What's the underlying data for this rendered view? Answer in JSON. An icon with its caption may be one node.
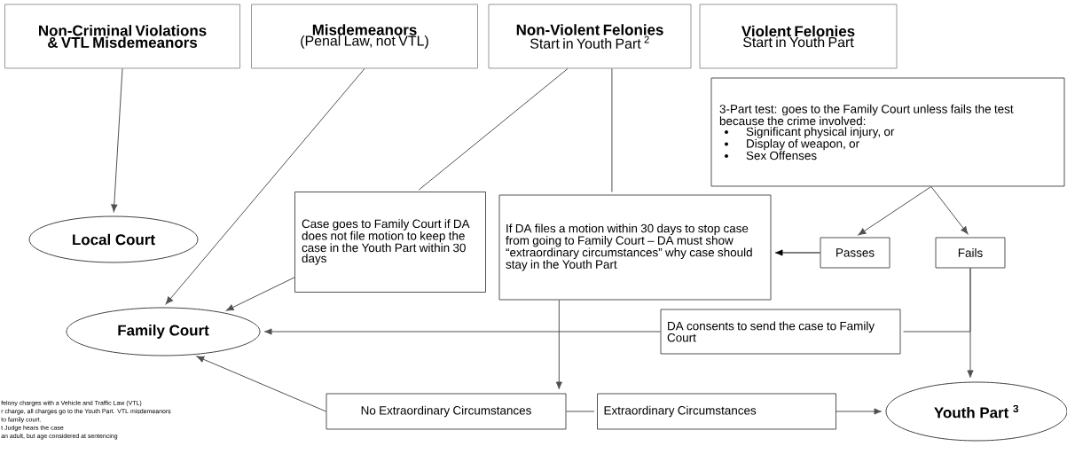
{
  "diagram": {
    "nodes": [
      {
        "text": [
          "Non-Criminal Violations & VTL Misdemeanors"
        ]
      },
      {
        "text": [
          "Misdemeanors",
          "(Penal Law, not VTL)"
        ]
      },
      {
        "text": [
          "Non-Violent Felonies",
          "Start in Youth Part $^{2}$"
        ]
      },
      {
        "text": [
          "Violent Felonies",
          "Start in Youth Part"
        ]
      },
      {
        "text": [
          "3-Part test: goes to the Family Court unless fails the test because the crime involved:",
          "Significant physical injury, or",
          "Display of weapon, or",
          "Sex Offenses"
        ]
      },
      {
        "text": [
          "Local Court"
        ]
      },
      {
        "text": [
          "Case goes to Family Court if DA does not file motion to keep the case in the Youth Part within 30 days"
        ]
      },
      {
        "text": [
          "If DA files a motion within 30 days to stop case from going to Family Court – DA must show “extraordinary circumstances” why case should stay in the Youth Part"
        ]
      },
      {
        "text": [
          "Passes"
        ]
      },
      {
        "text": [
          "Fails"
        ]
      },
      {
        "text": [
          "Family Court"
        ]
      },
      {
        "text": [
          "DA consents to send the case to Family Court"
        ]
      },
      {
        "text": [
          "No Extraordinary Circumstances"
        ]
      },
      {
        "text": [
          "Extraordinary Circumstances"
        ]
      },
      {
        "text": [
          "Youth Part $^{3}$"
        ]
      }
    ],
    "edges": [
      {
        "from": 0,
        "to": 5,
        "arrow": "to"
      },
      {
        "from": 1,
        "to": 10,
        "arrow": "to"
      },
      {
        "from": 2,
        "to": 6,
        "arrow": "none"
      },
      {
        "from": 2,
        "to": 7,
        "arrow": "none"
      },
      {
        "from": 6,
        "to": 10,
        "arrow": "to"
      },
      {
        "from": 4,
        "to": 8,
        "arrow": "to"
      },
      {
        "from": 4,
        "to": 9,
        "arrow": "to"
      },
      {
        "from": 8,
        "to": 7,
        "arrow": "to",
        "color": "#000000"
      },
      {
        "from": 9,
        "to": 14,
        "arrow": "to"
      },
      {
        "from": 9,
        "to": 11,
        "arrow": "none"
      },
      {
        "from": 11,
        "to": 10,
        "arrow": "to"
      },
      {
        "from": 12,
        "to": 10,
        "arrow": "to"
      },
      {
        "from": 12,
        "to": 13,
        "arrow": "none"
      },
      {
        "from": 13,
        "to": 14,
        "arrow": "to"
      },
      {
        "from": 7,
        "to": 12,
        "arrow": "to"
      }
    ],
    "labels": [
      "felony charges with a Vehicle and Traffic Law (VTL)",
      "r charge, all charges go to the Youth Part. VTL misdemeanors",
      "to family court.",
      "t Judge hears the case",
      "an adult, but age considered at sentencing"
    ]
  }
}
